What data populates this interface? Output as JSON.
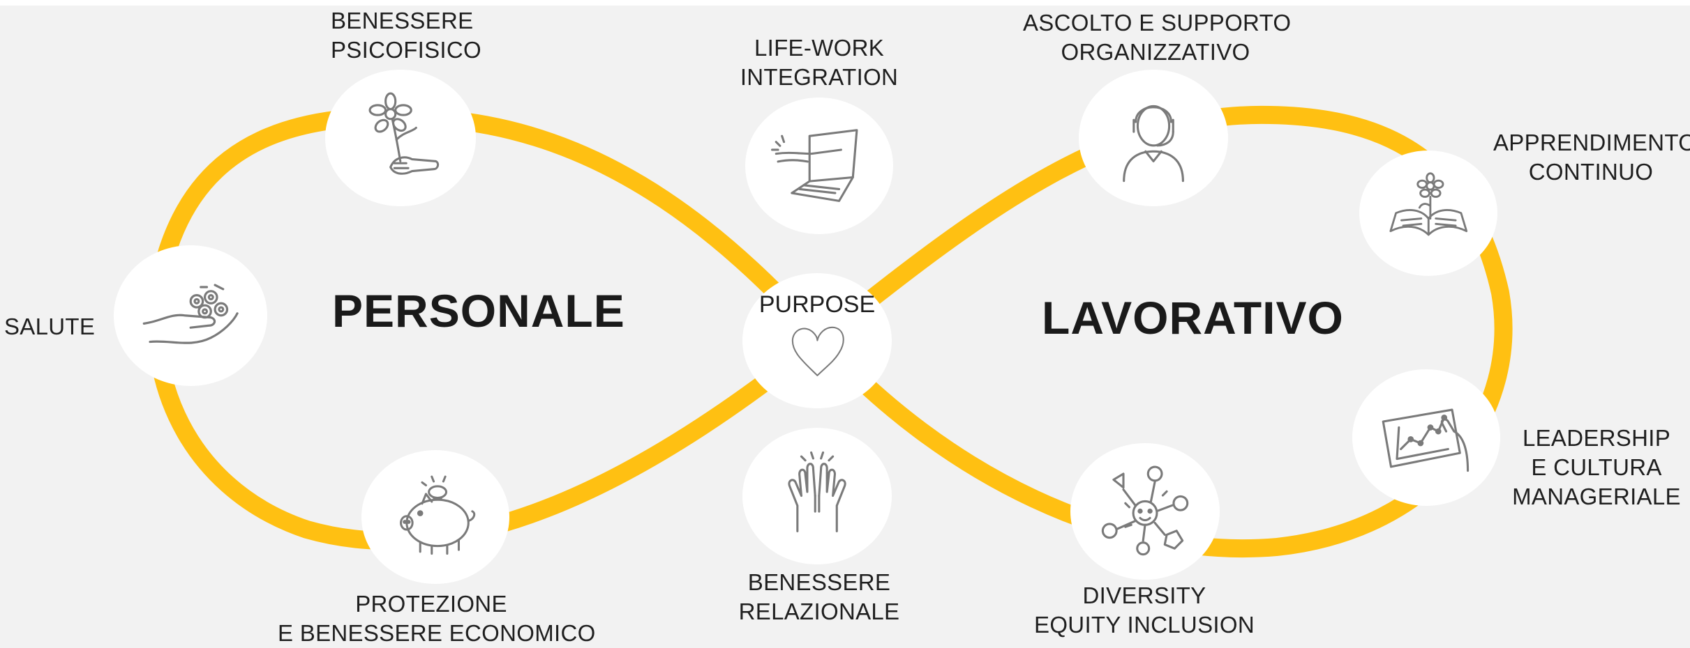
{
  "accent_color": "#ffc012",
  "center": {
    "label": "PURPOSE",
    "icon": "heart-icon"
  },
  "sections": {
    "left": "PERSONALE",
    "right": "LAVORATIVO"
  },
  "nodes": {
    "benessere_psicofisico": {
      "lines": [
        "BENESSERE",
        "PSICOFISICO"
      ],
      "icon": "flower-in-hand-icon"
    },
    "salute": {
      "lines": [
        "SALUTE"
      ],
      "icon": "hands-holding-flowers-icon"
    },
    "protezione": {
      "lines": [
        "PROTEZIONE",
        "E BENESSERE ECONOMICO"
      ],
      "icon": "piggy-bank-icon"
    },
    "life_work": {
      "lines": [
        "LIFE-WORK",
        "INTEGRATION"
      ],
      "icon": "laptop-icon"
    },
    "benessere_relazionale": {
      "lines": [
        "BENESSERE",
        "RELAZIONALE"
      ],
      "icon": "high-five-icon"
    },
    "ascolto": {
      "lines": [
        "ASCOLTO E SUPPORTO",
        "ORGANIZZATIVO"
      ],
      "icon": "headset-operator-icon"
    },
    "apprendimento": {
      "lines": [
        "APPRENDIMENTO",
        "CONTINUO"
      ],
      "icon": "book-with-flower-icon"
    },
    "leadership": {
      "lines": [
        "LEADERSHIP",
        "E CULTURA",
        "MANAGERIALE"
      ],
      "icon": "tablet-chart-icon"
    },
    "diversity": {
      "lines": [
        "DIVERSITY",
        "EQUITY INCLUSION"
      ],
      "icon": "network-people-icon"
    }
  }
}
